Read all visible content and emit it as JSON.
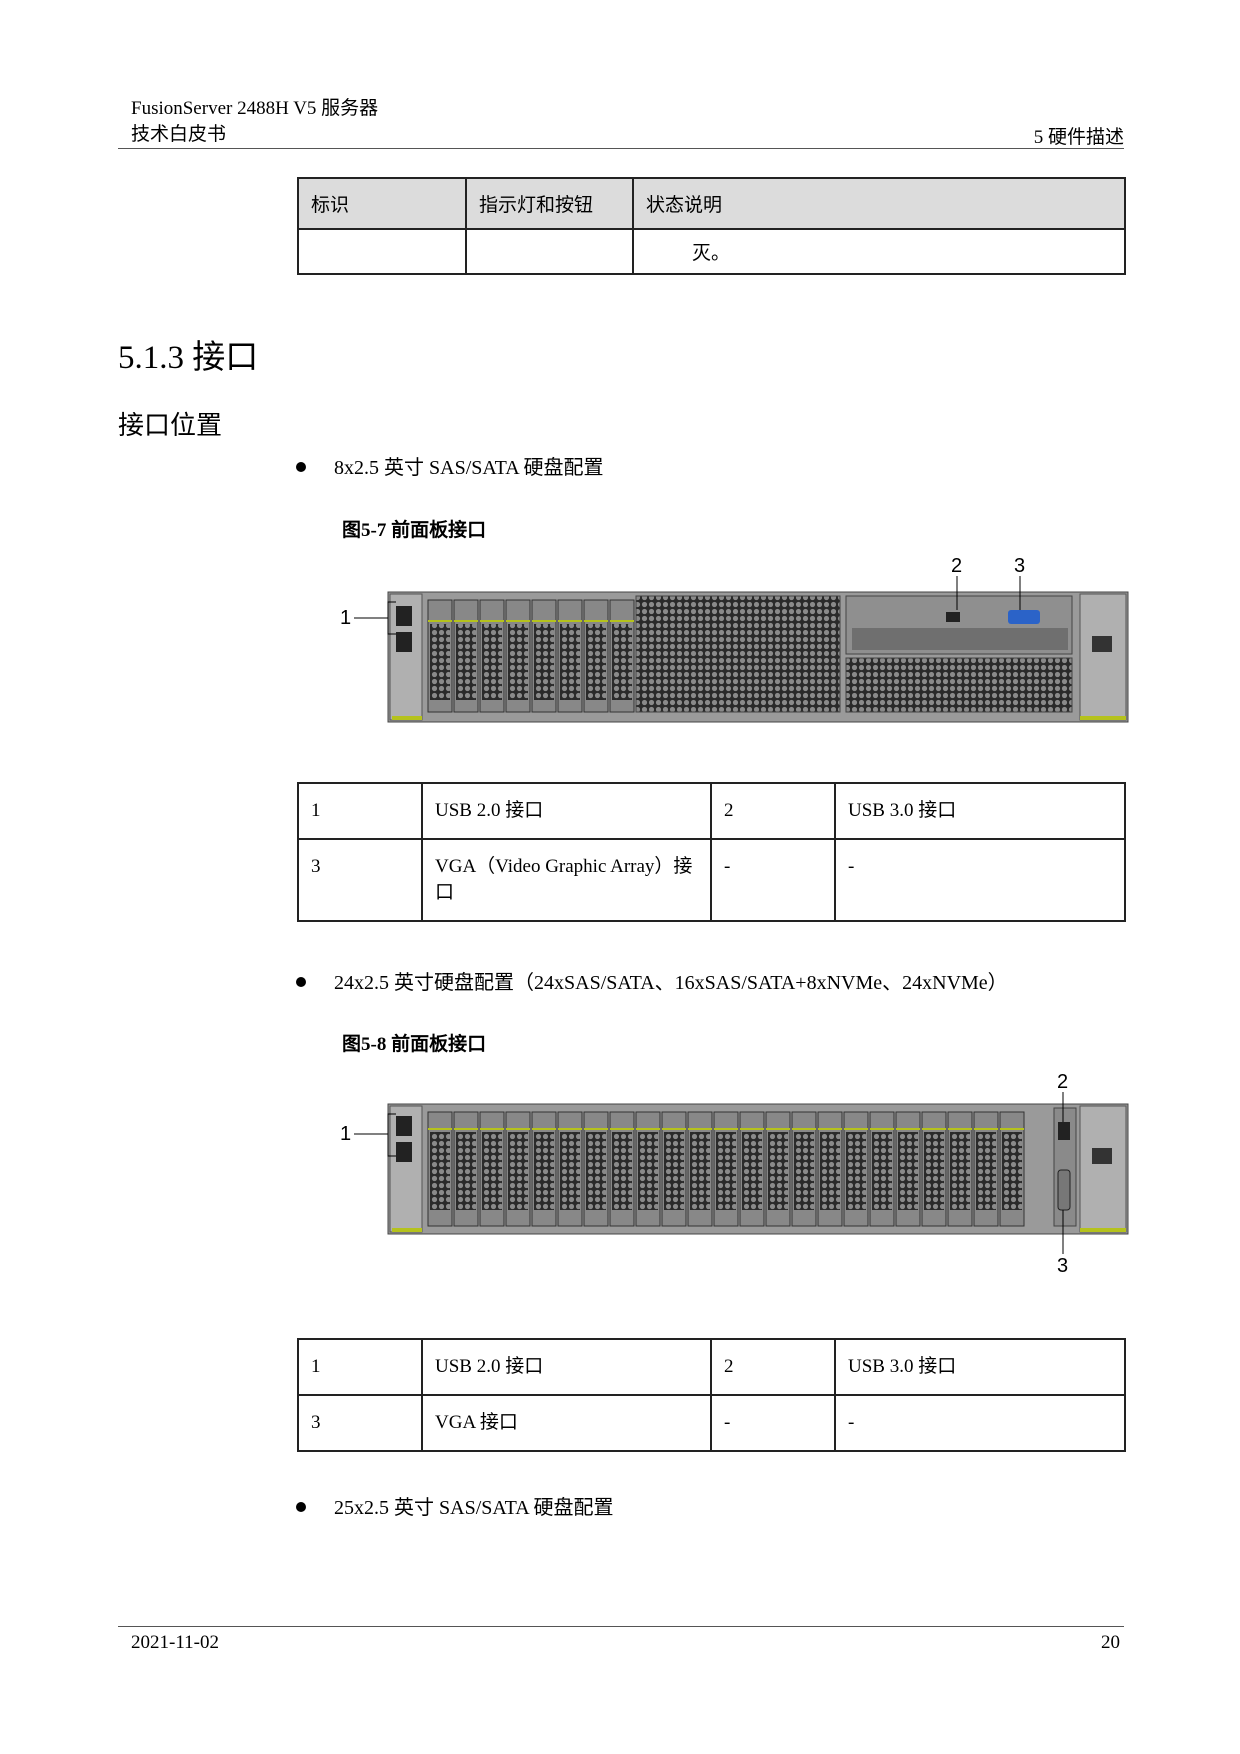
{
  "header": {
    "product": "FusionServer 2488H V5  服务器",
    "doc_type": "技术白皮书",
    "chapter": "5  硬件描述"
  },
  "status_table": {
    "headers": [
      "标识",
      "指示灯和按钮",
      "状态说明"
    ],
    "row": [
      "",
      "",
      "灭。"
    ]
  },
  "section_title": "5.1.3 接口",
  "subsection_title": "接口位置",
  "config1": {
    "bullet": "8x2.5 英寸 SAS/SATA 硬盘配置",
    "caption": "图5-7 前面板接口",
    "callouts": [
      "1",
      "2",
      "3"
    ],
    "table": [
      [
        "1",
        "USB 2.0 接口",
        "2",
        "USB 3.0 接口"
      ],
      [
        "3",
        "VGA（Video Graphic Array）接口",
        "-",
        "-"
      ]
    ]
  },
  "config2": {
    "bullet": "24x2.5 英寸硬盘配置（24xSAS/SATA、16xSAS/SATA+8xNVMe、24xNVMe）",
    "caption": "图5-8 前面板接口",
    "callouts": [
      "1",
      "2",
      "3"
    ],
    "table": [
      [
        "1",
        "USB 2.0 接口",
        "2",
        "USB 3.0 接口"
      ],
      [
        "3",
        "VGA 接口",
        "-",
        "-"
      ]
    ]
  },
  "config3": {
    "bullet": "25x2.5 英寸 SAS/SATA 硬盘配置"
  },
  "footer": {
    "date": "2021-11-02",
    "page": "20"
  },
  "colors": {
    "chassis": "#9a9a9a",
    "accent": "#b5c21c",
    "vga": "#2b63c8"
  }
}
